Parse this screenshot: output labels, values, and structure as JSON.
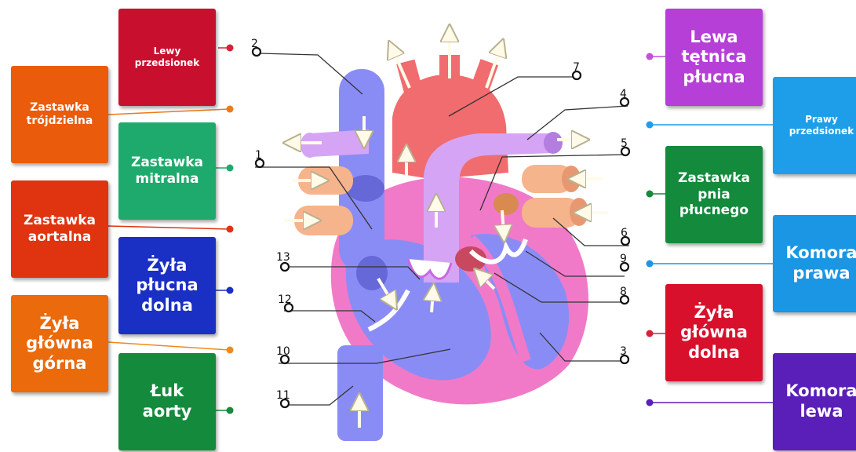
{
  "cards_left": [
    {
      "id": "lewy-przedsionek",
      "lines": [
        "Lewy",
        "przedsionek"
      ],
      "color": "#c8102e",
      "size": "small",
      "dot": "#d8203a"
    },
    {
      "id": "zastawka-trojdzielna",
      "lines": [
        "Zastawka",
        "trójdzielna"
      ],
      "color": "#ea5b0c",
      "size": "medium",
      "dot": "#ec7a1e"
    },
    {
      "id": "zastawka-mitralna",
      "lines": [
        "Zastawka",
        "mitralna"
      ],
      "color": "#1faa6d",
      "size": "large",
      "dot": "#1faa6d"
    },
    {
      "id": "zastawka-aortalna",
      "lines": [
        "Zastawka",
        "aortalna"
      ],
      "color": "#e0330f",
      "size": "large",
      "dot": "#e0330f"
    },
    {
      "id": "zyla-plucna-dolna",
      "lines": [
        "Żyła",
        "płucna",
        "dolna"
      ],
      "color": "#1a2fc4",
      "size": "large",
      "dot": "#1a2fc4"
    },
    {
      "id": "zyla-glowna-gorna",
      "lines": [
        "Żyła",
        "główna",
        "górna"
      ],
      "color": "#ea6a0c",
      "size": "large",
      "dot": "#ef8a1a"
    },
    {
      "id": "luk-aorty",
      "lines": [
        "Łuk",
        "aorty"
      ],
      "color": "#138a3c",
      "size": "large",
      "dot": "#138a3c"
    }
  ],
  "cards_right": [
    {
      "id": "lewa-tetnica-plucna",
      "lines": [
        "Lewa",
        "tętnica",
        "płucna"
      ],
      "color": "#b63fd8",
      "size": "large",
      "dot": "#c052d8"
    },
    {
      "id": "prawy-przedsionek",
      "lines": [
        "Prawy",
        "przedsionek"
      ],
      "color": "#1e9ee8",
      "size": "small",
      "dot": "#1e9ee8"
    },
    {
      "id": "zastawka-pnia-plucnego",
      "lines": [
        "Zastawka",
        "pnia",
        "płucnego"
      ],
      "color": "#138a3c",
      "size": "medium",
      "dot": "#138a3c"
    },
    {
      "id": "komora-prawa",
      "lines": [
        "Komora",
        "prawa"
      ],
      "color": "#1a96e4",
      "size": "large",
      "dot": "#1a96e4"
    },
    {
      "id": "zyla-glowna-dolna",
      "lines": [
        "Żyła",
        "główna",
        "dolna"
      ],
      "color": "#d8102c",
      "size": "large",
      "dot": "#d8203a"
    },
    {
      "id": "komora-lewa",
      "lines": [
        "Komora",
        "lewa"
      ],
      "color": "#5a1fb8",
      "size": "large",
      "dot": "#5a1fb8"
    }
  ],
  "numbers": [
    "2",
    "7",
    "4",
    "1",
    "5",
    "13",
    "6",
    "12",
    "9",
    "10",
    "8",
    "11",
    "3"
  ],
  "colors": {
    "vena": "#8a8cf6",
    "aorta": "#f06c6e",
    "pulmonary": "#d6a4f4",
    "myocardium": "#f07ac8",
    "pulm_veins": "#f6b48c"
  }
}
